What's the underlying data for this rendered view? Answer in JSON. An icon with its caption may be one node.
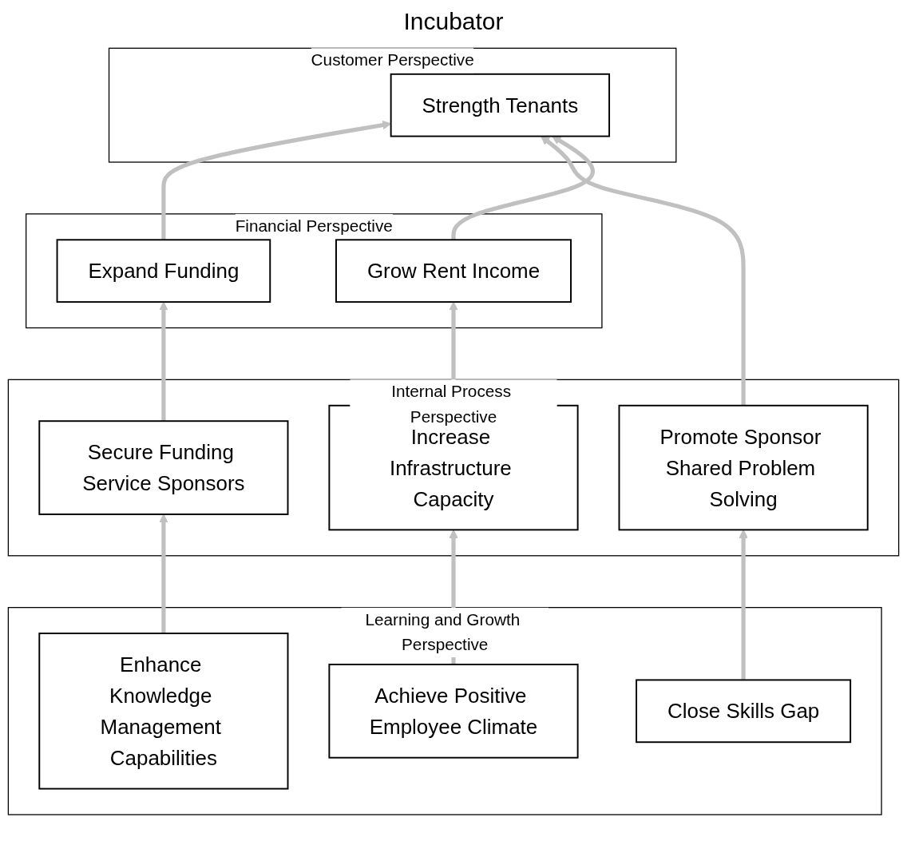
{
  "diagram": {
    "title": "Incubator",
    "nodes": [
      {
        "text": [
          "Customer Perspective"
        ]
      },
      {
        "text": [
          "Strength Tenants"
        ],
        "in": 0
      },
      {
        "text": [
          "Financial Perspective"
        ]
      },
      {
        "text": [
          "Expand Funding"
        ],
        "in": 2
      },
      {
        "text": [
          "Grow Rent Income"
        ],
        "in": 2
      },
      {
        "text": [
          "Internal Process Perspective"
        ]
      },
      {
        "text": [
          "Secure Funding Service Sponsors"
        ],
        "in": 5
      },
      {
        "text": [
          "Promote Sponsor Shared Problem Solving"
        ],
        "in": 5
      },
      {
        "text": [
          "Increase Infrastructure Capacity"
        ],
        "in": 5
      },
      {
        "text": [
          "Learning and Growth Perspective"
        ]
      },
      {
        "text": [
          "Enhance Knowledge Management Capabilities"
        ],
        "in": 9
      },
      {
        "text": [
          "Close Skills Gap"
        ],
        "in": 9
      },
      {
        "text": [
          "Achieve Positive Employee Climate"
        ],
        "in": 9
      }
    ],
    "edges": [
      {
        "from": 3,
        "to": 1,
        "arrow": "to"
      },
      {
        "from": 7,
        "to": 1,
        "arrow": "to"
      },
      {
        "from": 4,
        "to": 1,
        "arrow": "to"
      },
      {
        "from": 6,
        "to": 3,
        "arrow": "to"
      },
      {
        "from": 8,
        "to": 4,
        "arrow": "to"
      },
      {
        "from": 10,
        "to": 6,
        "arrow": "to"
      },
      {
        "from": 11,
        "to": 7,
        "arrow": "to"
      },
      {
        "from": 12,
        "to": 8,
        "arrow": "to"
      }
    ]
  }
}
